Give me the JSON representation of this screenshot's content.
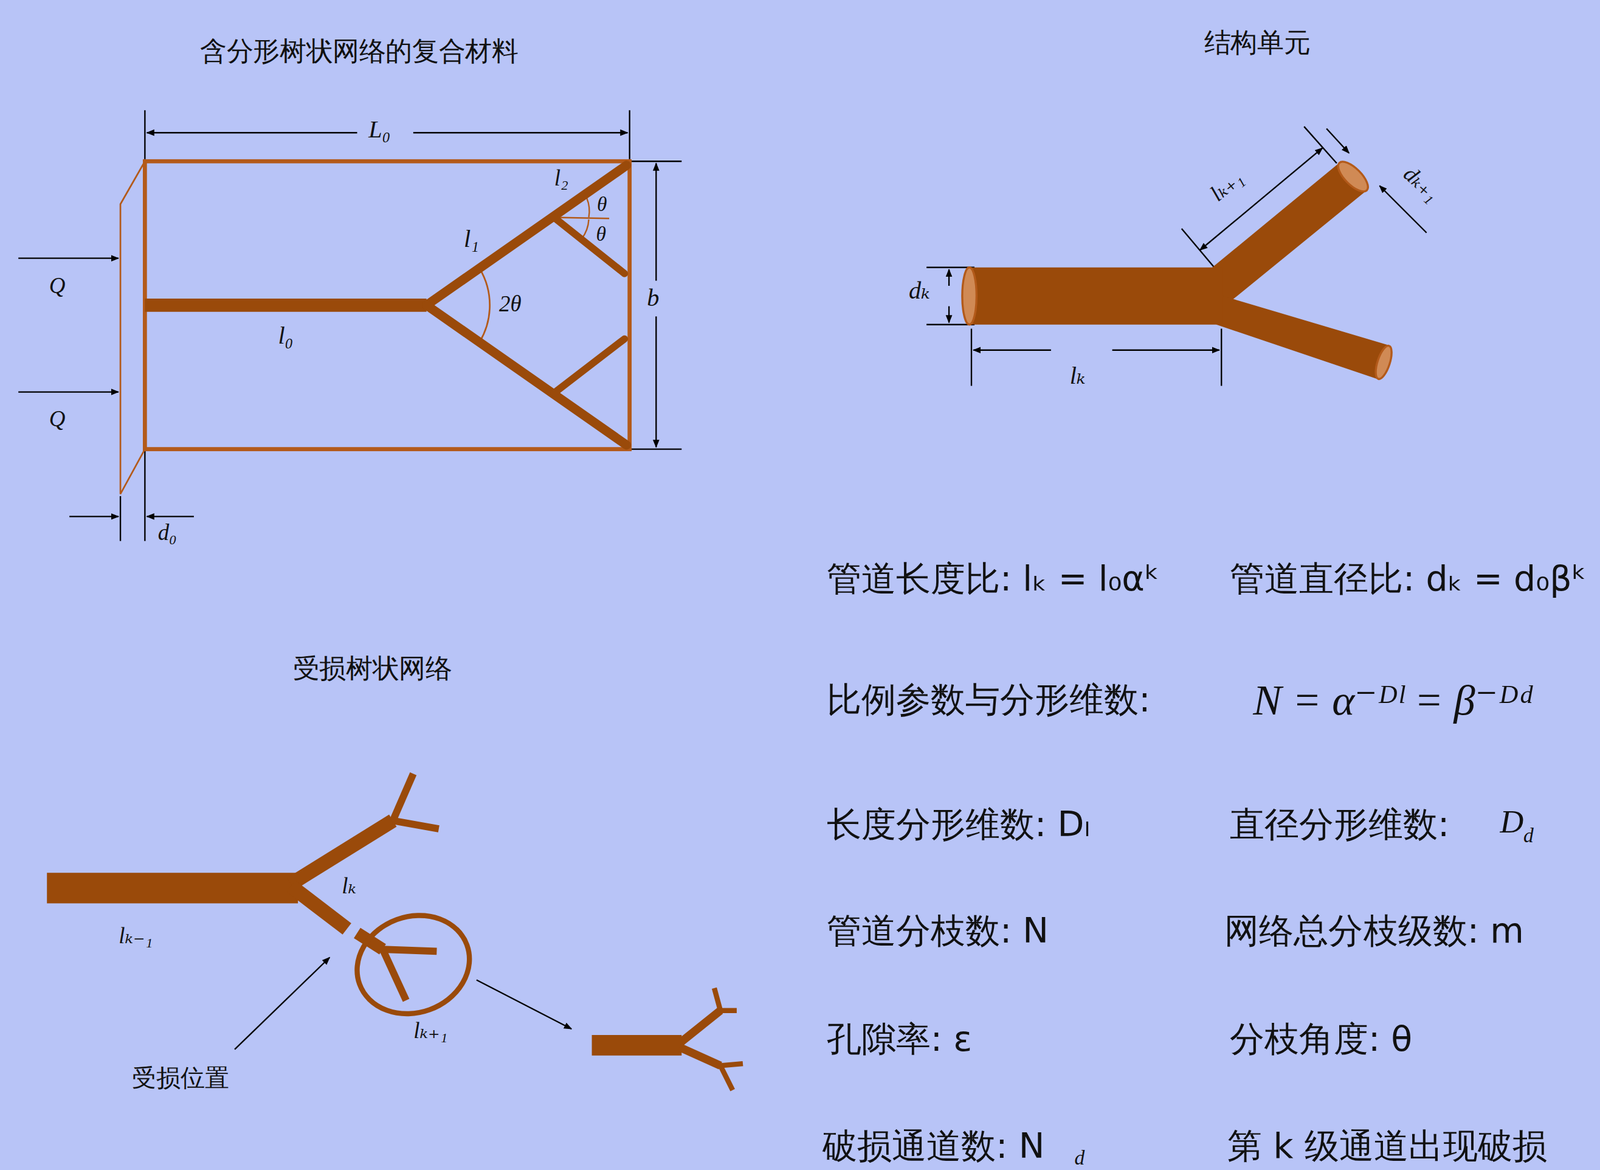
{
  "diagram": {
    "labels": [
      "含分形树状网络的复合材料",
      "结构单元",
      "受损树状网络",
      "L₀",
      "l₂",
      "θ",
      "θ",
      "l₁",
      "2θ",
      "Q",
      "Q",
      "l₀",
      "b",
      "d₀",
      "lₖ₊₁",
      "dₖ₊₁",
      "dₖ",
      "lₖ",
      "lₖ",
      "lₖ₋₁",
      "lₖ₊₁",
      "受损位置",
      "管道长度比: lₖ = l₀αᵏ",
      "管道直径比: dₖ = d₀βᵏ",
      "比例参数与分形维数:",
      "N = α⁻ᴰˡ = β⁻ᴰᵈ",
      "长度分形维数: Dₗ",
      "直径分形维数:",
      "D",
      "d",
      "管道分枝数: N",
      "网络总分枝级数: m",
      "孔隙率: ε",
      "分枝角度: θ",
      "破损通道数: N",
      "d",
      "第 k 级通道出现破损"
    ]
  }
}
